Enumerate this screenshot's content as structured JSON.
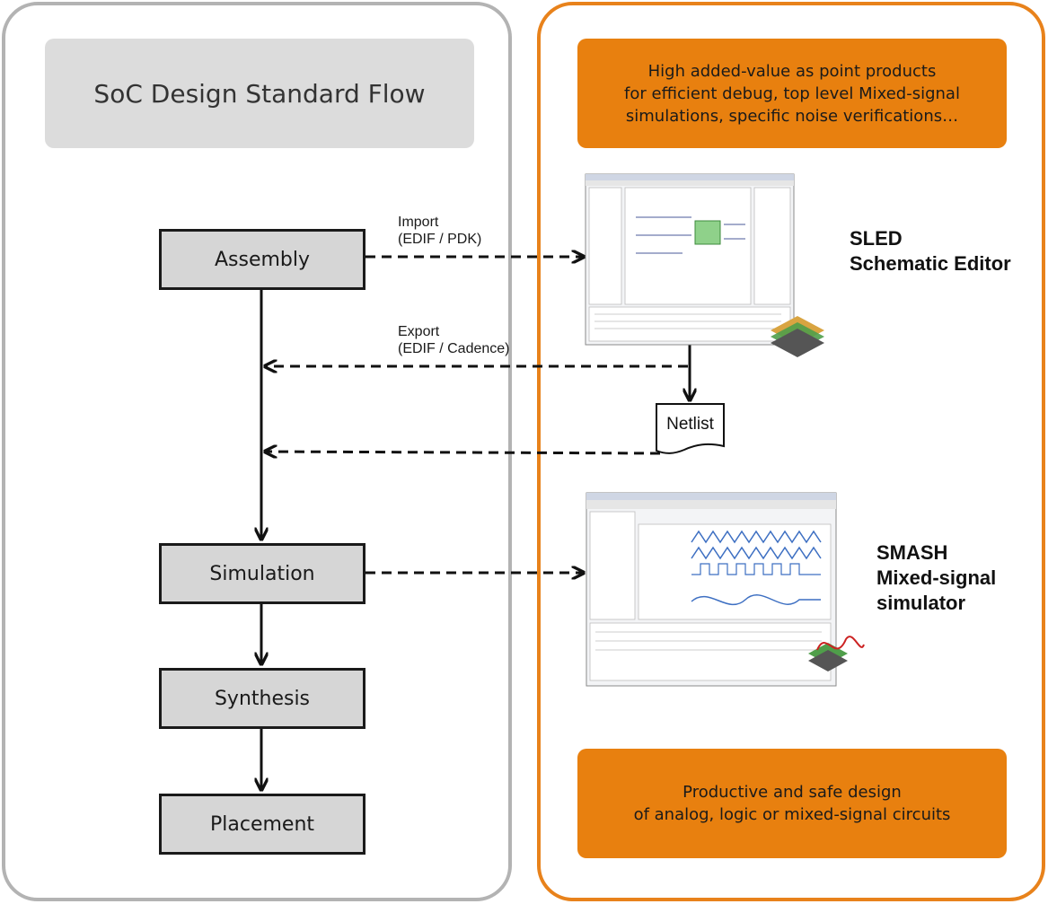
{
  "left_panel": {
    "title": "SoC Design Standard Flow"
  },
  "steps": [
    {
      "id": "assembly",
      "label": "Assembly"
    },
    {
      "id": "simulation",
      "label": "Simulation"
    },
    {
      "id": "synthesis",
      "label": "Synthesis"
    },
    {
      "id": "placement",
      "label": "Placement"
    }
  ],
  "right_panel": {
    "top_box": {
      "line1": "High added-value as point products",
      "line2": "for efficient debug, top level Mixed-signal",
      "line3": "simulations, specific noise verifications…"
    },
    "bottom_box": {
      "line1": "Productive and safe design",
      "line2": "of analog, logic or mixed-signal circuits"
    },
    "sled": {
      "line1": "SLED",
      "line2": "Schematic Editor"
    },
    "smash": {
      "line1": "SMASH",
      "line2": "Mixed-signal",
      "line3": "simulator"
    },
    "netlist": "Netlist"
  },
  "flow_labels": {
    "import_line1": "Import",
    "import_line2": "(EDIF / PDK)",
    "export_line1": "Export",
    "export_line2": "(EDIF / Cadence)"
  },
  "colors": {
    "accent_orange": "#e8800f",
    "panel_grey": "#b3b3b3",
    "title_bg": "#dcdcdc",
    "step_bg": "#d6d6d6"
  }
}
